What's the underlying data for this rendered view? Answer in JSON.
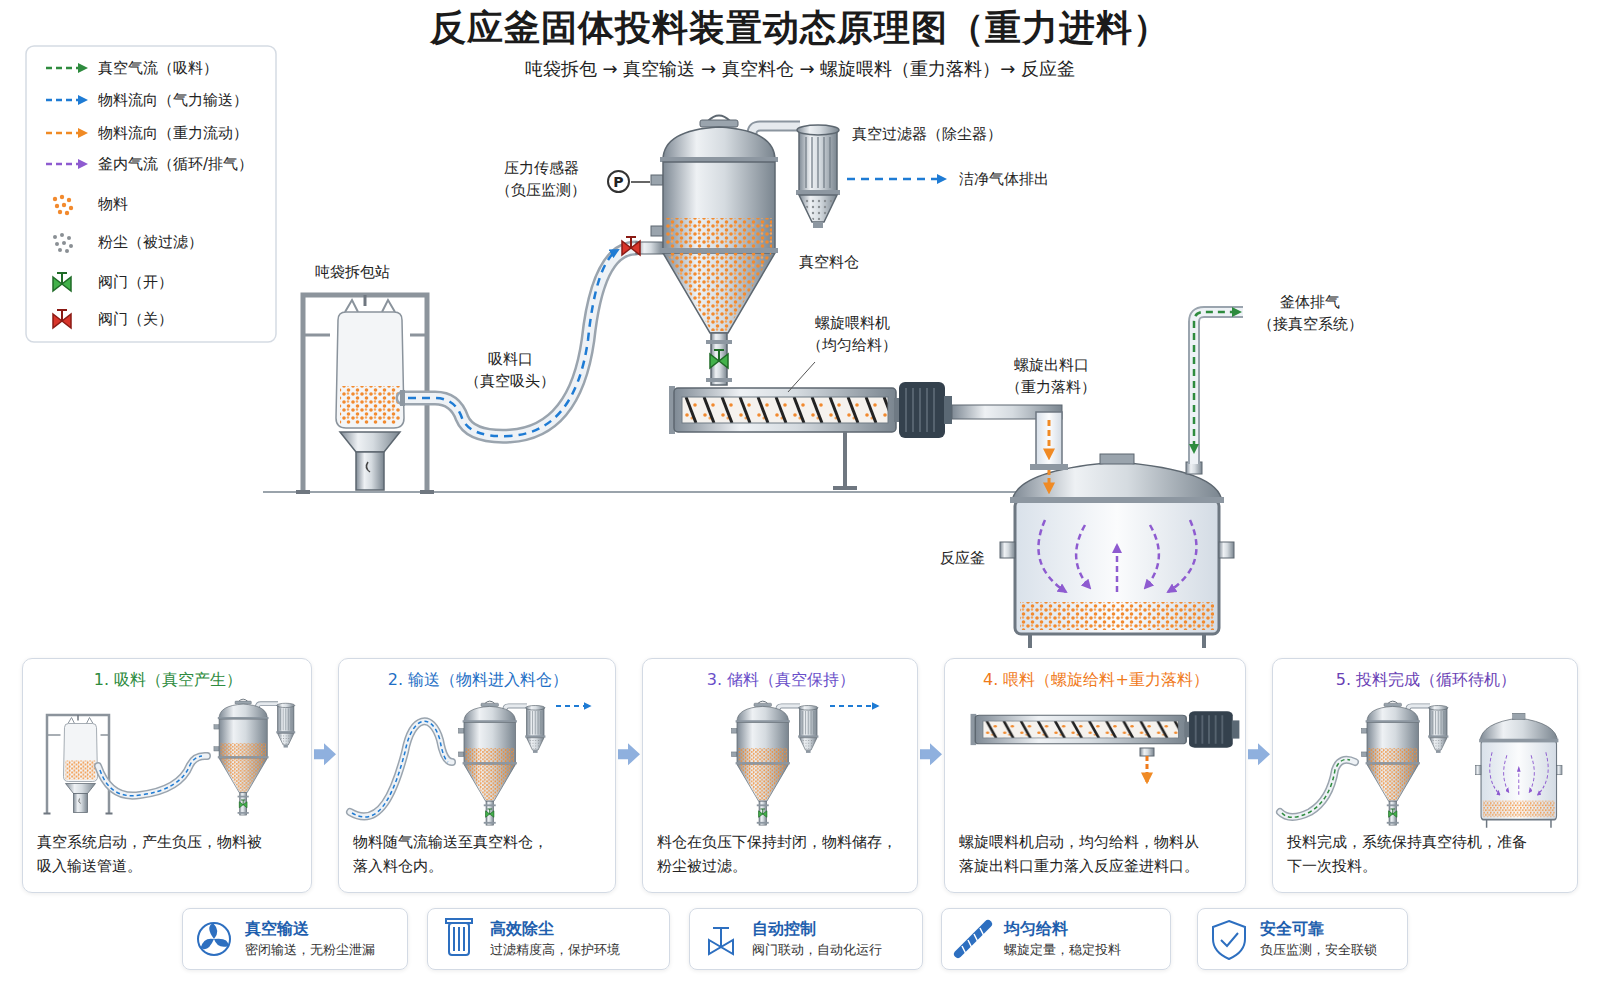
{
  "diagram": {
    "title": "反应釜固体投料装置动态原理图（重力进料）",
    "nodes": [
      {
        "text": [
          "P"
        ]
      },
      {
        "text": [
          "1. 吸料（真空产生）",
          "真空系统启动，产生负压，物料被 吸入输送管道。"
        ]
      },
      {
        "text": [
          "2. 输送（物料进入料仓）",
          "物料随气流输送至真空料仓， 落入料仓内。"
        ]
      },
      {
        "text": [
          "3. 储料（真空保持）",
          "料仓在负压下保持封闭，物料储存， 粉尘被过滤。"
        ]
      },
      {
        "text": [
          "4. 喂料（螺旋给料+重力落料）",
          "螺旋喂料机启动，均匀给料，物料从 落旋出料口重力落入反应釜进料口。"
        ]
      },
      {
        "text": [
          "5. 投料完成（循环待机）",
          "投料完成，系统保持真空待机，准备 下一次投料。"
        ]
      },
      {
        "text": [
          "真空输送",
          "密闭输送，无粉尘泄漏"
        ]
      },
      {
        "text": [
          "高效除尘",
          "过滤精度高，保护环境"
        ]
      },
      {
        "text": [
          "自动控制",
          "阀门联动，自动化运行"
        ]
      },
      {
        "text": [
          "均匀给料",
          "螺旋定量，稳定投料"
        ]
      },
      {
        "text": [
          "安全可靠",
          "负压监测，安全联锁"
        ]
      }
    ],
    "edges": [
      {
        "from": 1,
        "to": 2,
        "arrow": "to"
      },
      {
        "from": 2,
        "to": 3,
        "arrow": "to"
      },
      {
        "from": 3,
        "to": 4,
        "arrow": "to"
      },
      {
        "from": 4,
        "to": 5,
        "arrow": "to"
      }
    ],
    "labels": [
      "吨袋拆包 → 真空输送 → 真空料仓 → 螺旋喂料（重力落料）→ 反应釜",
      "压力传感器 （负压监测）",
      "真空过滤器（除尘器）",
      "洁净气体排出",
      "真空料仓",
      "吨袋拆包站",
      "吸料口 （真空吸头）",
      "螺旋喂料机 （均匀给料）",
      "釜体排气 （接真空系统）",
      "螺旋出料口 （重力落料）",
      "反应釜"
    ],
    "legend": [
      {
        "text": "真空气流（吸料）"
      },
      {
        "text": "物料流向（气力输送）"
      },
      {
        "text": "物料流向（重力流动）"
      },
      {
        "text": "釜内气流（循环/排气）"
      },
      {
        "text": "物料"
      },
      {
        "text": "粉尘（被过滤）"
      },
      {
        "text": "阀门（开）"
      },
      {
        "text": "阀门（关）"
      }
    ]
  }
}
